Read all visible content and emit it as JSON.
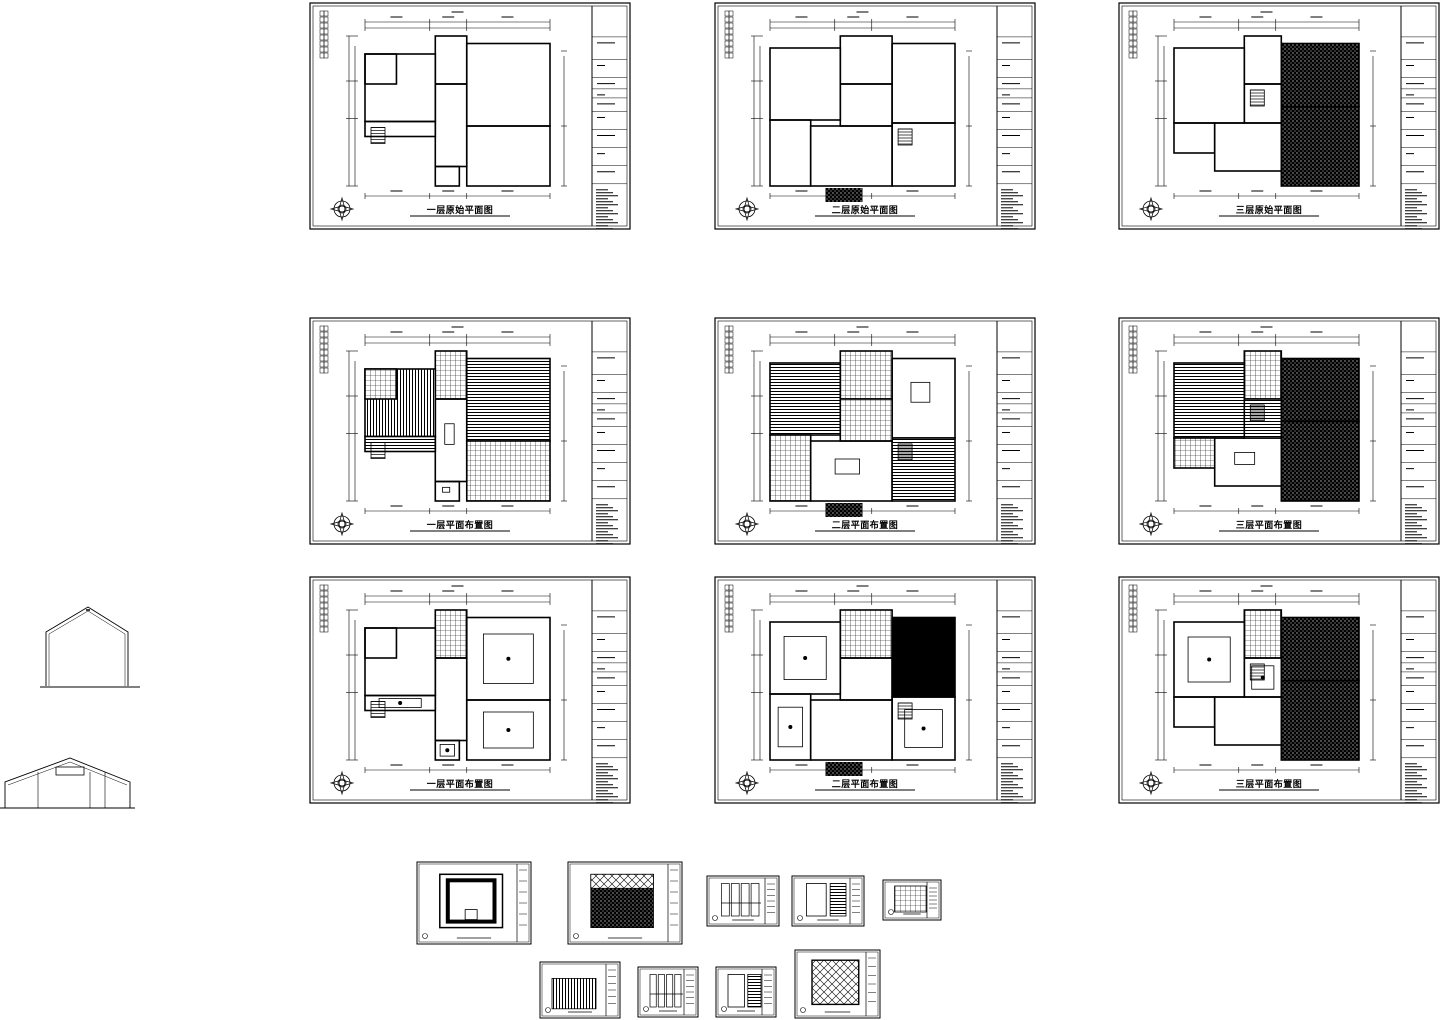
{
  "drawing_set": {
    "sheets": [
      {
        "id": "s1",
        "title": "一层原始平面图",
        "variant": "original",
        "floor": 1
      },
      {
        "id": "s2",
        "title": "二层原始平面图",
        "variant": "original",
        "floor": 2
      },
      {
        "id": "s3",
        "title": "三层原始平面图",
        "variant": "original",
        "floor": 3
      },
      {
        "id": "s4",
        "title": "一层平面布置图",
        "variant": "furniture",
        "floor": 1
      },
      {
        "id": "s5",
        "title": "二层平面布置图",
        "variant": "furniture",
        "floor": 2
      },
      {
        "id": "s6",
        "title": "三层平面布置图",
        "variant": "furniture",
        "floor": 3
      },
      {
        "id": "s7",
        "title": "一层平面布置图",
        "variant": "ceiling",
        "floor": 1
      },
      {
        "id": "s8",
        "title": "二层平面布置图",
        "variant": "ceiling",
        "floor": 2
      },
      {
        "id": "s9",
        "title": "三层平面布置图",
        "variant": "ceiling",
        "floor": 3
      }
    ]
  },
  "colors": {
    "line": "#000000",
    "paper": "#ffffff"
  }
}
